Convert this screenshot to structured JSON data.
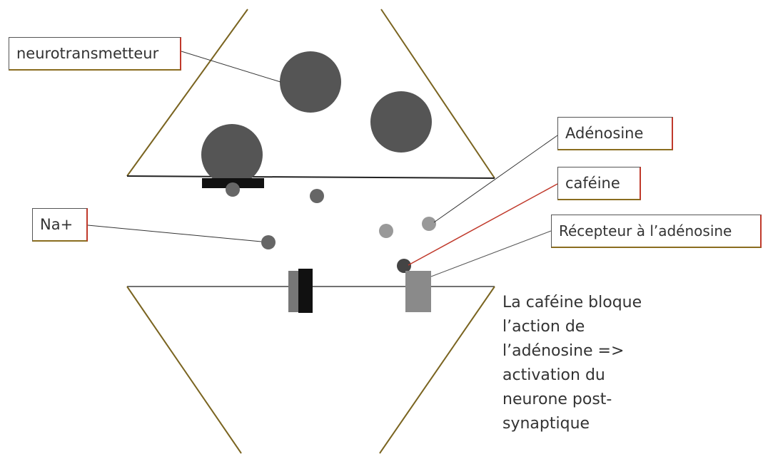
{
  "labels": {
    "neurotransmitter": "neurotransmetteur",
    "adenosine": "Adénosine",
    "caffeine": "caféine",
    "sodium": "Na+",
    "adenosine_receptor": "Récepteur à l’adénosine"
  },
  "caption": {
    "lines": [
      "La caféine bloque",
      "l’action de",
      "l’adénosine =>",
      "activation du",
      "neurone post-",
      "synaptique"
    ]
  },
  "colors": {
    "membrane_outline": "#7a6420",
    "vesicle": "#555555",
    "ion": "#666666",
    "channel_dark": "#111111",
    "channel_mid": "#777777",
    "receptor": "#8a8a8a",
    "label_border_accent": "#c0392b"
  }
}
